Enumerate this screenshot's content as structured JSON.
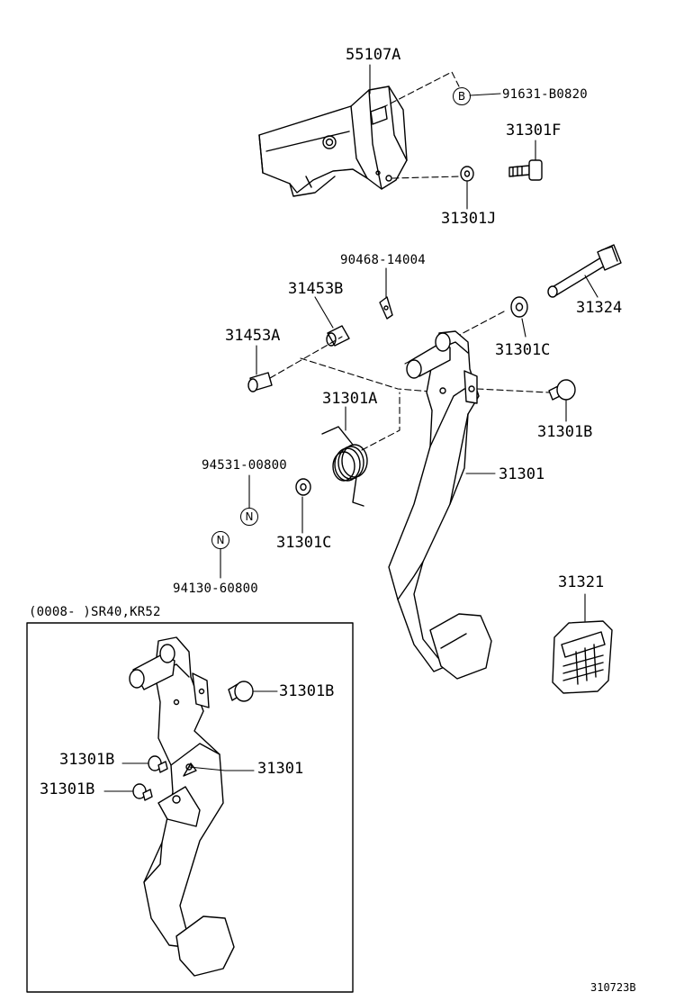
{
  "colors": {
    "line": "#000000",
    "background": "#ffffff"
  },
  "parts": {
    "bracket": "55107A",
    "bolt_b": "91631-B0820",
    "bolt_f": "31301F",
    "nut_j": "31301J",
    "clip": "90468-14004",
    "bushing_b": "31453B",
    "shaft": "31324",
    "bushing_a": "31453A",
    "washer_c_top": "31301C",
    "spring": "31301A",
    "stopper_b": "31301B",
    "washer_n_top": "94531-00800",
    "pedal": "31301",
    "washer_c_bottom": "31301C",
    "washer_n_bottom": "94130-60800",
    "pedal_pad": "31321"
  },
  "callouts": {
    "b": "B",
    "n1": "N",
    "n2": "N"
  },
  "inset": {
    "title": "(0008-     )SR40,KR52",
    "stopper_right": "31301B",
    "pedal": "31301",
    "stopper_left_1": "31301B",
    "stopper_left_2": "31301B"
  },
  "figure_code": "310723B"
}
